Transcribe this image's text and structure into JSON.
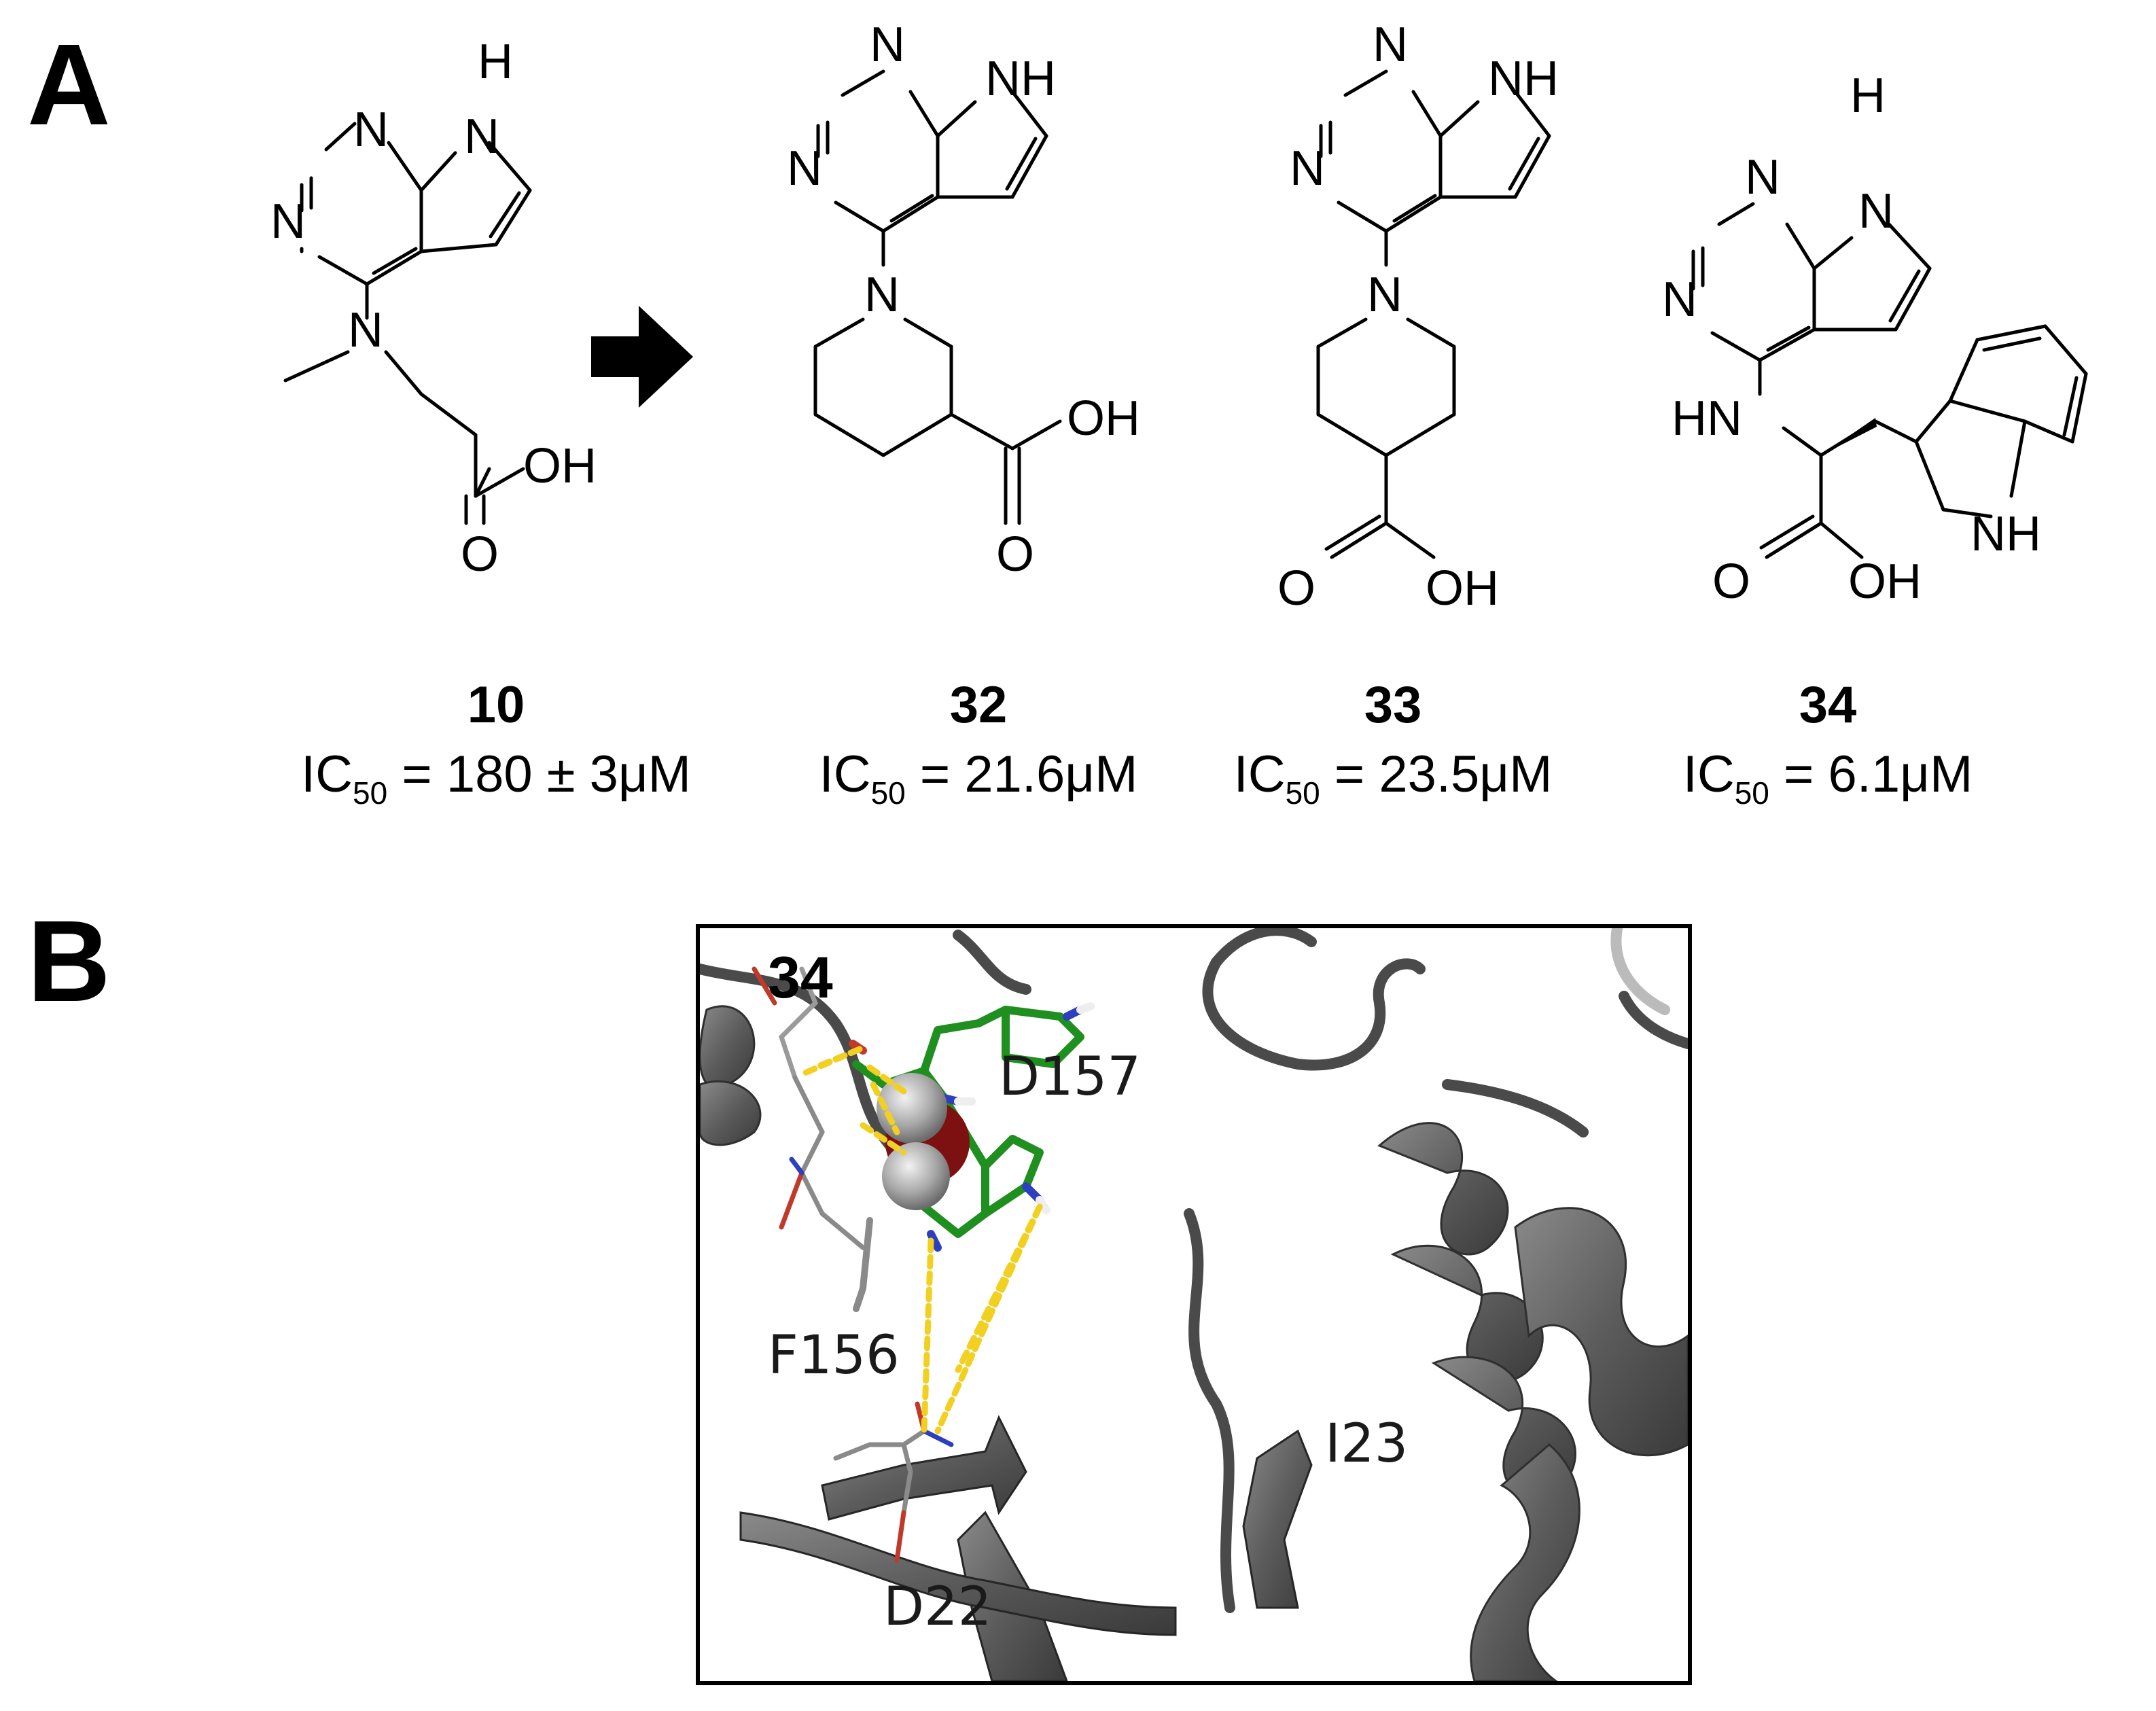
{
  "panels": {
    "a": "A",
    "b": "B"
  },
  "compounds": [
    {
      "number": "10",
      "ic_prefix": "IC",
      "ic_sub": "50",
      "ic_value": " = 180 ± 3μM"
    },
    {
      "number": "32",
      "ic_prefix": "IC",
      "ic_sub": "50",
      "ic_value": " = 21.6μM"
    },
    {
      "number": "33",
      "ic_prefix": "IC",
      "ic_sub": "50",
      "ic_value": " = 23.5μM"
    },
    {
      "number": "34",
      "ic_prefix": "IC",
      "ic_sub": "50",
      "ic_value": " = 6.1μM"
    }
  ],
  "atoms": {
    "n": "N",
    "nh": "NH",
    "h": "H",
    "oh": "OH",
    "o": "O",
    "hn": "HN"
  },
  "docking": {
    "ligand": "34",
    "residues": [
      "D157",
      "F156",
      "I23",
      "D22"
    ],
    "colors": {
      "ligand": "#1f8f1f",
      "protein": "#5a5a5a",
      "hbond": "#f2d022",
      "oxygen": "#c0392b",
      "nitrogen": "#2d3fbf",
      "water": "#b4b4b4"
    }
  }
}
